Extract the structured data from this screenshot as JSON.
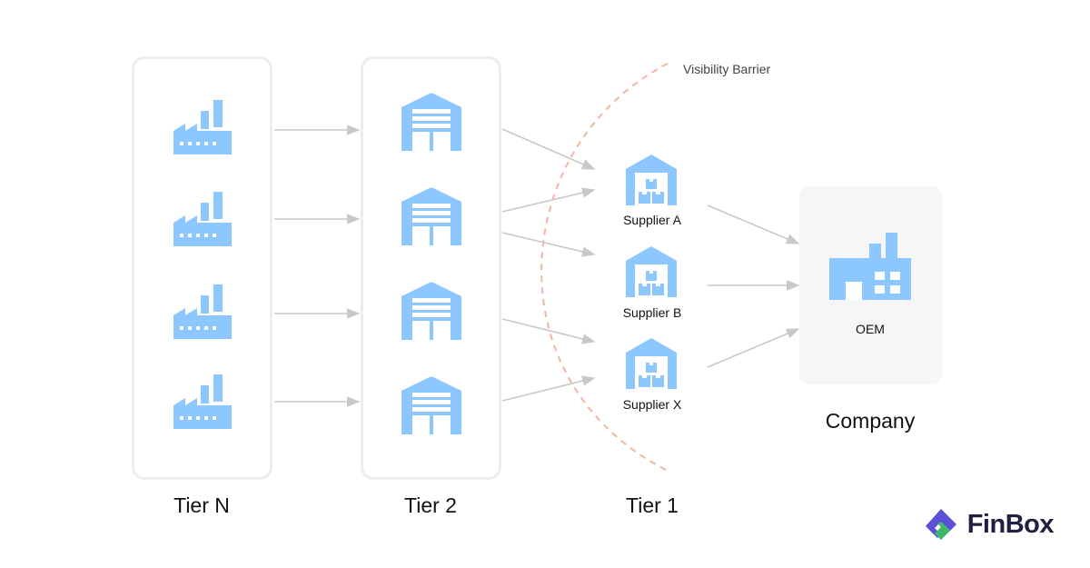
{
  "barrier_label": "Visibility Barrier",
  "tiers": {
    "tier_n": "Tier N",
    "tier_2": "Tier 2",
    "tier_1": "Tier 1"
  },
  "suppliers": [
    "Supplier A",
    "Supplier B",
    "Supplier X"
  ],
  "company": {
    "label": "Company",
    "oem_label": "OEM"
  },
  "brand": {
    "name": "FinBox"
  },
  "icons": {
    "tier_n": "factory-icon",
    "tier_2": "warehouse-icon",
    "tier_1": "warehouse-boxes-icon",
    "company": "factory-icon",
    "brand": "finbox-logo-icon"
  },
  "colors": {
    "icon": "#8cc8ff",
    "arrow": "#c8c8c8",
    "barrier": "#f5b4a0",
    "box_border": "#ededed",
    "company_bg": "#f6f6f6",
    "brand_text": "#202040"
  }
}
